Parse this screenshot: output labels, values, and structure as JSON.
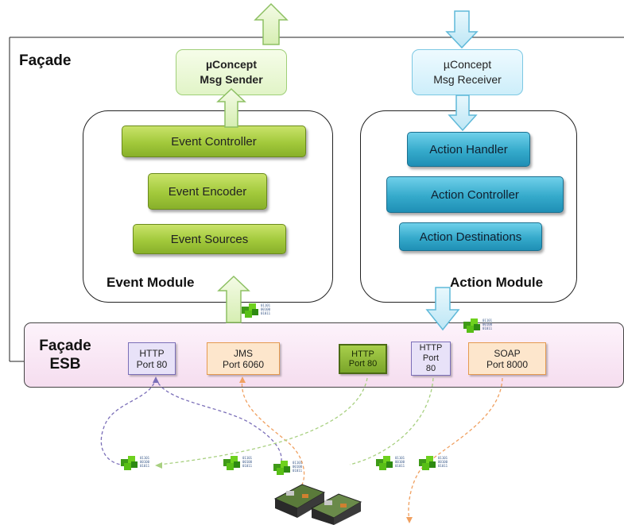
{
  "facade": {
    "title": "Façade"
  },
  "sender": {
    "line1": "µConcept",
    "line2": "Msg Sender"
  },
  "receiver": {
    "line1": "µConcept",
    "line2": "Msg Receiver"
  },
  "event_module": {
    "label": "Event Module",
    "boxes": [
      "Event Controller",
      "Event Encoder",
      "Event Sources"
    ]
  },
  "action_module": {
    "label": "Action Module",
    "boxes": [
      "Action Handler",
      "Action Controller",
      "Action Destinations"
    ]
  },
  "esb": {
    "title_line1": "Façade",
    "title_line2": "ESB",
    "ports": [
      {
        "line1": "HTTP",
        "line2": "Port 80",
        "line3": ""
      },
      {
        "line1": "JMS",
        "line2": "Port 6060",
        "line3": ""
      },
      {
        "line1": "HTTP",
        "line2": "Port 80",
        "line3": ""
      },
      {
        "line1": "HTTP",
        "line2": "Port",
        "line3": "80"
      },
      {
        "line1": "SOAP",
        "line2": "Port 8000",
        "line3": ""
      }
    ]
  },
  "message_icon": {
    "name": "binary-message-icon",
    "text_lines": [
      "01101",
      "00100",
      "01011"
    ]
  },
  "colors": {
    "green": "#a2c93b",
    "blue": "#35aacb",
    "esb_fill": "#f5ddef",
    "port_purple": "#e8e2f8",
    "port_orange": "#fde6cc",
    "flow_purple": "#7b6fb8",
    "flow_orange": "#f0a060",
    "flow_green": "#a8d080"
  }
}
